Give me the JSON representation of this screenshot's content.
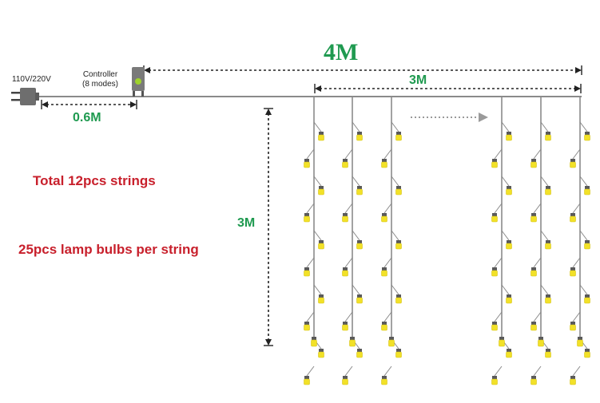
{
  "labels": {
    "voltage": "110V/220V",
    "controller_line1": "Controller",
    "controller_line2": "(8 modes)",
    "total_length": "4M",
    "curtain_width": "3M",
    "lead_length": "0.6M",
    "drop_height": "3M",
    "strings_count": "Total 12pcs strings",
    "bulbs_per_string": "25pcs lamp bulbs per string"
  },
  "colors": {
    "wire": "#8a8a8a",
    "dim_line": "#222222",
    "dim_green": "#1f9a50",
    "note_red": "#c8202c",
    "bulb_yellow": "#f2e128",
    "bulb_socket": "#5a5a5a",
    "plug_body": "#6e6e6e",
    "controller_body": "#7a7a7a",
    "controller_led": "#9ed22c",
    "arrow_gray": "#9a9a9a"
  },
  "icons": [
    "power-plug-icon",
    "controller-box-icon",
    "direction-arrow-icon",
    "lamp-bulb-icon"
  ]
}
